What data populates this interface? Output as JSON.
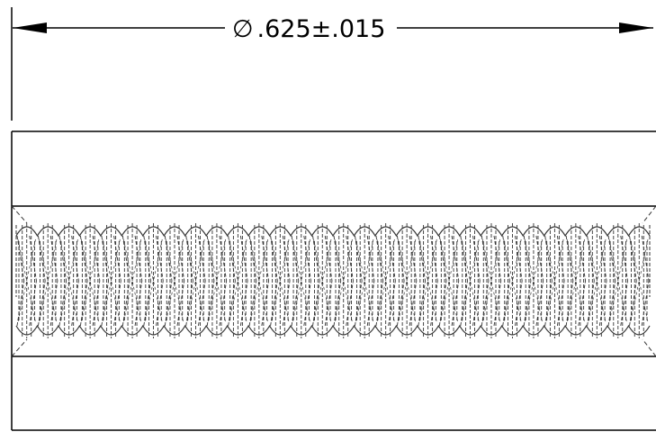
{
  "dimension": {
    "symbol": "∅",
    "text": ".625±.015"
  },
  "colors": {
    "line": "#000000",
    "background": "#ffffff",
    "thread": "#333333"
  },
  "thread": {
    "crest_count": 30,
    "style": "dashed hidden thread"
  }
}
